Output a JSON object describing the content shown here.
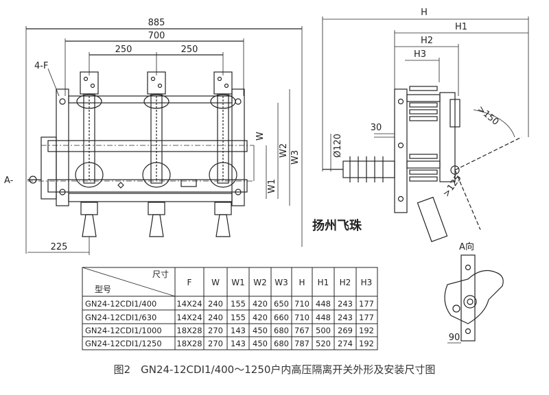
{
  "front_view": {
    "dim_885": "885",
    "dim_700": "700",
    "dim_250_a": "250",
    "dim_250_b": "250",
    "label_4f": "4-F",
    "label_a": "A-",
    "dim_225": "225",
    "label_w": "W",
    "label_w1": "W1",
    "label_w2": "W2",
    "label_w3": "W3"
  },
  "side_view": {
    "label_h": "H",
    "label_h1": "H1",
    "label_h2": "H2",
    "label_h3": "H3",
    "dim_30": "30",
    "dim_phi120": "Ø120",
    "dim_150": ">150",
    "dim_125": ">125"
  },
  "watermark": "扬州飞珠",
  "detail_view": {
    "title": "A向",
    "dim_90": "90"
  },
  "table": {
    "header_model": "型号",
    "header_size": "尺寸",
    "columns": [
      "F",
      "W",
      "W1",
      "W2",
      "W3",
      "H",
      "H1",
      "H2",
      "H3"
    ],
    "rows": [
      {
        "model": "GN24-12CDI1/400",
        "values": [
          "14X24",
          "240",
          "155",
          "420",
          "650",
          "710",
          "448",
          "243",
          "177"
        ]
      },
      {
        "model": "GN24-12CDI1/630",
        "values": [
          "14X24",
          "240",
          "155",
          "420",
          "660",
          "710",
          "448",
          "243",
          "177"
        ]
      },
      {
        "model": "GN24-12CDI1/1000",
        "values": [
          "18X28",
          "270",
          "143",
          "450",
          "680",
          "767",
          "500",
          "269",
          "192"
        ]
      },
      {
        "model": "GN24-12CDI1/1250",
        "values": [
          "18X28",
          "270",
          "143",
          "450",
          "680",
          "787",
          "520",
          "274",
          "192"
        ]
      }
    ]
  },
  "caption": "图2　GN24-12CDⅠ1/400～1250户内高压隔离开关外形及安装尺寸图",
  "colors": {
    "line": "#222222",
    "background": "#ffffff"
  }
}
